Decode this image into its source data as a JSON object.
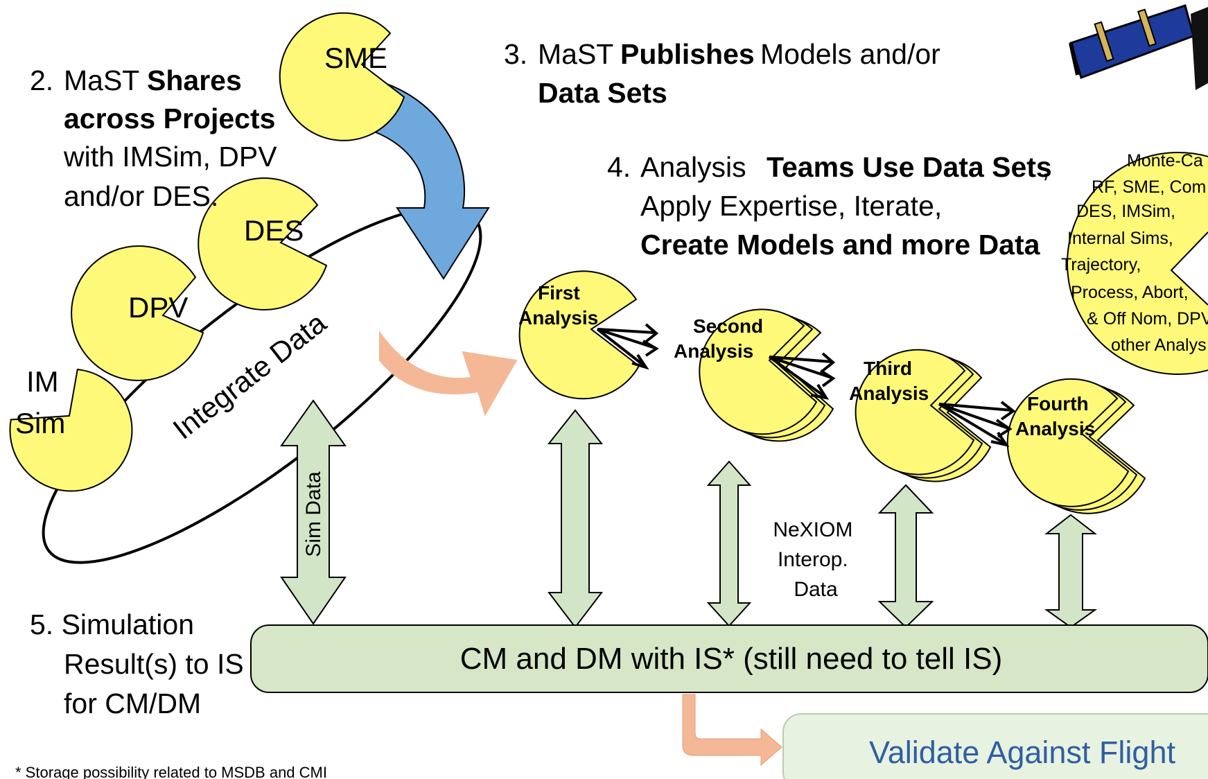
{
  "steps": {
    "step2": {
      "num": "2.",
      "a": "MaST",
      "b1": "Shares",
      "b2": "across Projects",
      "c1": "with IMSim, DPV",
      "c2": "and/or DES."
    },
    "step3": {
      "num": "3.",
      "a": "MaST",
      "b": "Publishes",
      "c": "Models and/or",
      "d": "Data Sets"
    },
    "step4": {
      "num": "4.",
      "a": "Analysis",
      "b": "Teams Use Data Sets",
      "c": ",",
      "d": "Apply Expertise, Iterate,",
      "e": "Create Models and more Data"
    },
    "step5": {
      "l1": "5. Simulation",
      "l2": "Result(s) to IS",
      "l3": "for CM/DM"
    }
  },
  "sim_nodes": {
    "sme": "SME",
    "des": "DES",
    "dpv": "DPV",
    "im1": "IM",
    "im2": "Sim"
  },
  "integrate_label": "Integrate Data",
  "analyses": {
    "first": [
      "First",
      "Analysis"
    ],
    "second": [
      "Second",
      "Analysis"
    ],
    "third": [
      "Third",
      "Analysis"
    ],
    "fourth": [
      "Fourth",
      "Analysis"
    ]
  },
  "sim_data_label": "Sim Data",
  "nexiom": [
    "NeXIOM",
    "Interop.",
    "Data"
  ],
  "cm_box": "CM and DM with IS* (still need to tell IS)",
  "validate": "Validate Against Flight",
  "circle_list": [
    "Monte-Ca",
    "RF, SME, Com",
    "DES, IMSim,",
    "Internal Sims,",
    "Trajectory,",
    "Process,  Abort,",
    "& Off Nom, DPV",
    "other Analys"
  ],
  "footnote": "* Storage possibility related to MSDB and CMI",
  "colors": {
    "pac": "#fff97a",
    "blue_arrow": "#6fa8dc",
    "orange_arrow": "#f4b896",
    "green_arrow": "#d3e5c7",
    "box": "#d6e6c6",
    "validate_box": "#e8f2e0",
    "validate_text": "#2e5fa3"
  }
}
